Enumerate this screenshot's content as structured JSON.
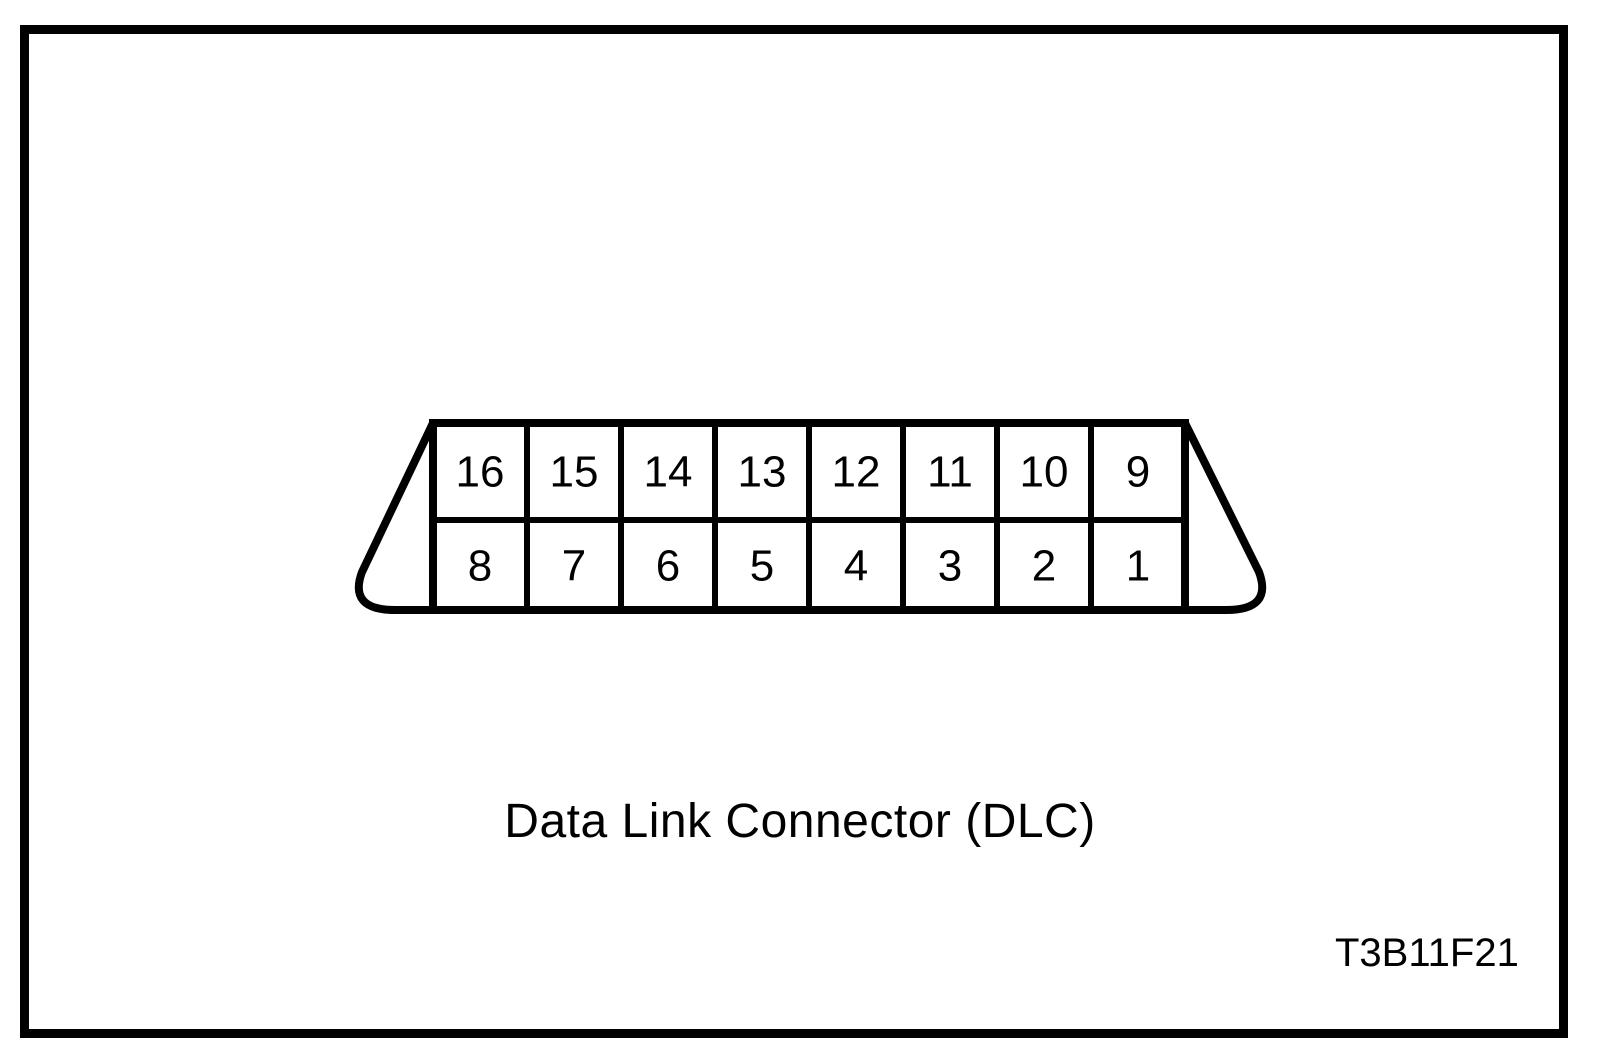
{
  "figure": {
    "caption": "Data Link Connector (DLC)",
    "code": "T3B11F21"
  },
  "connector": {
    "description": "data-link-connector-pinout",
    "rows": 2,
    "columns": 8,
    "pins": {
      "top_row": [
        "16",
        "15",
        "14",
        "13",
        "12",
        "11",
        "10",
        "9"
      ],
      "bottom_row": [
        "8",
        "7",
        "6",
        "5",
        "4",
        "3",
        "2",
        "1"
      ]
    }
  },
  "colors": {
    "line": "#000000",
    "background": "#ffffff"
  }
}
